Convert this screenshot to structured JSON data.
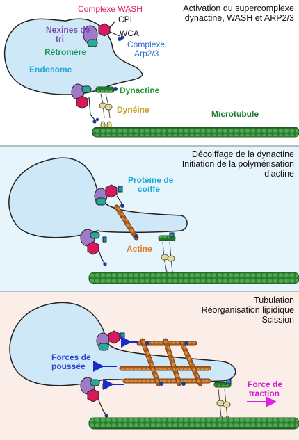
{
  "colors": {
    "panel1_bg": "#ffffff",
    "panel2_bg": "#e6f4fb",
    "panel3_bg": "#fbeee8",
    "endosome": "#cfe8f7",
    "wash": "#d8195e",
    "retromer": "#28a898",
    "sorting_nexin": "#a07ac8",
    "arp23": "#1a3c90",
    "dynactin": "#2e9a36",
    "dynein": "#e8d890",
    "microtubule": "#2f7d34",
    "actin": "#c2722c",
    "capping": "#1e4aa0",
    "arrow_push": "#1a2cc8",
    "arrow_pull": "#e020e0"
  },
  "panel1": {
    "title_line1": "Activation du supercomplexe",
    "title_line2": "dynactine, WASH et ARP2/3",
    "wash_label": "Complexe WASH",
    "cpi_label": "CPI",
    "wca_label": "WCA",
    "nexins_line1": "Nexines de",
    "nexins_line2": "tri",
    "retromer_label": "Rétromère",
    "arp_line1": "Complexe",
    "arp_line2": "Arp2/3",
    "endosome_label": "Endosome",
    "dynactin_label": "Dynactine",
    "dynein_label": "Dynéine",
    "microtubule_label": "Microtubule"
  },
  "panel2": {
    "title_line1": "Décoiffage de la dynactine",
    "title_line2": "Initiation de la polymérisation",
    "title_line3": "d'actine",
    "capping_line1": "Protéine de",
    "capping_line2": "coiffe",
    "actin_label": "Actine"
  },
  "panel3": {
    "title_line1": "Tubulation",
    "title_line2": "Réorganisation lipidique",
    "title_line3": "Scission",
    "push_line1": "Forces de",
    "push_line2": "poussée",
    "pull_line1": "Force de",
    "pull_line2": "traction"
  }
}
